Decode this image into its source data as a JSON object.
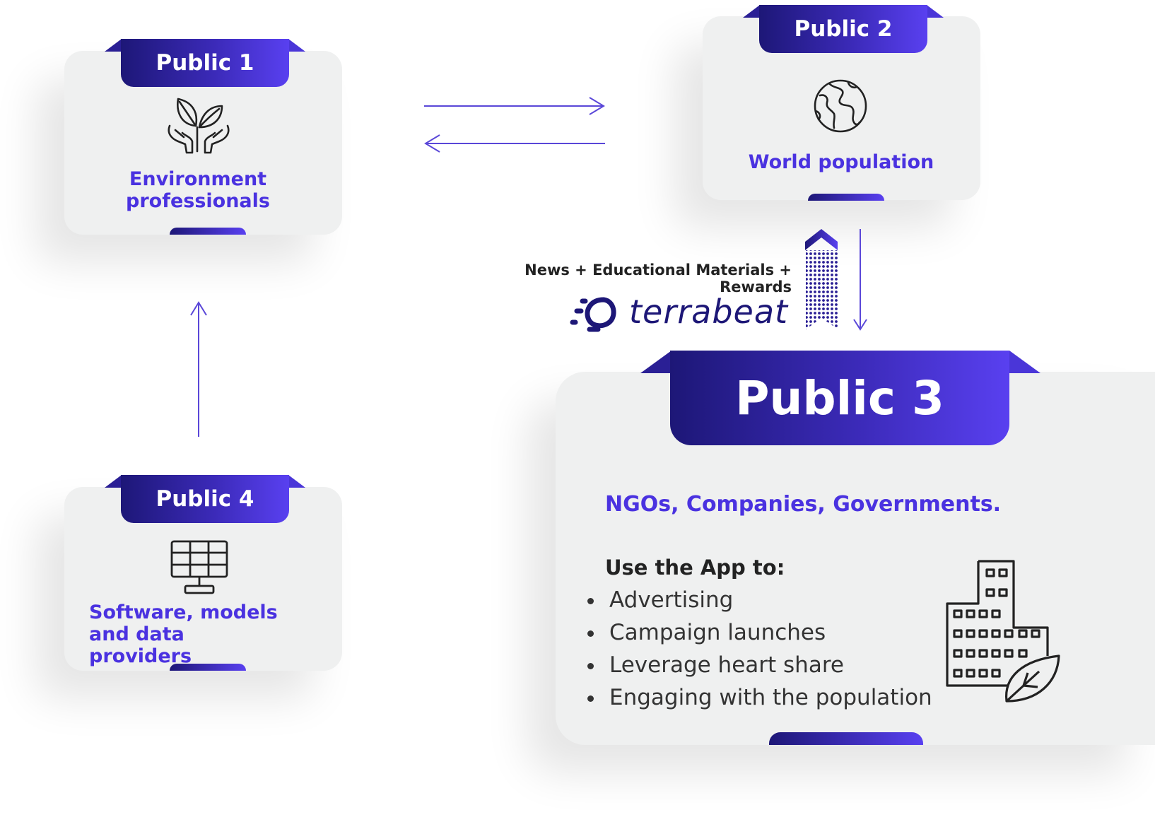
{
  "colors": {
    "accent": "#4a32e0",
    "tab_dark": "#1d1777",
    "tab_light": "#5940f0",
    "card_bg": "#eff0f0"
  },
  "public1": {
    "title": "Public 1",
    "label": "Environment\nprofessionals",
    "icon": "plant-in-hands-icon"
  },
  "public2": {
    "title": "Public 2",
    "label": "World population",
    "icon": "globe-icon"
  },
  "public3": {
    "title": "Public 3",
    "subtitle": "NGOs, Companies, Governments.",
    "uses_heading": "Use the App to:",
    "uses": [
      "Advertising",
      "Campaign launches",
      "Leverage heart share",
      "Engaging with the population"
    ],
    "icon": "green-building-icon"
  },
  "public4": {
    "title": "Public 4",
    "label": "Software, models\nand data providers",
    "icon": "solar-panel-icon"
  },
  "center": {
    "flow_label": "News + Educational Materials + Rewards",
    "brand": "terrabeat",
    "brand_icon": "terrabeat-logo-icon"
  }
}
